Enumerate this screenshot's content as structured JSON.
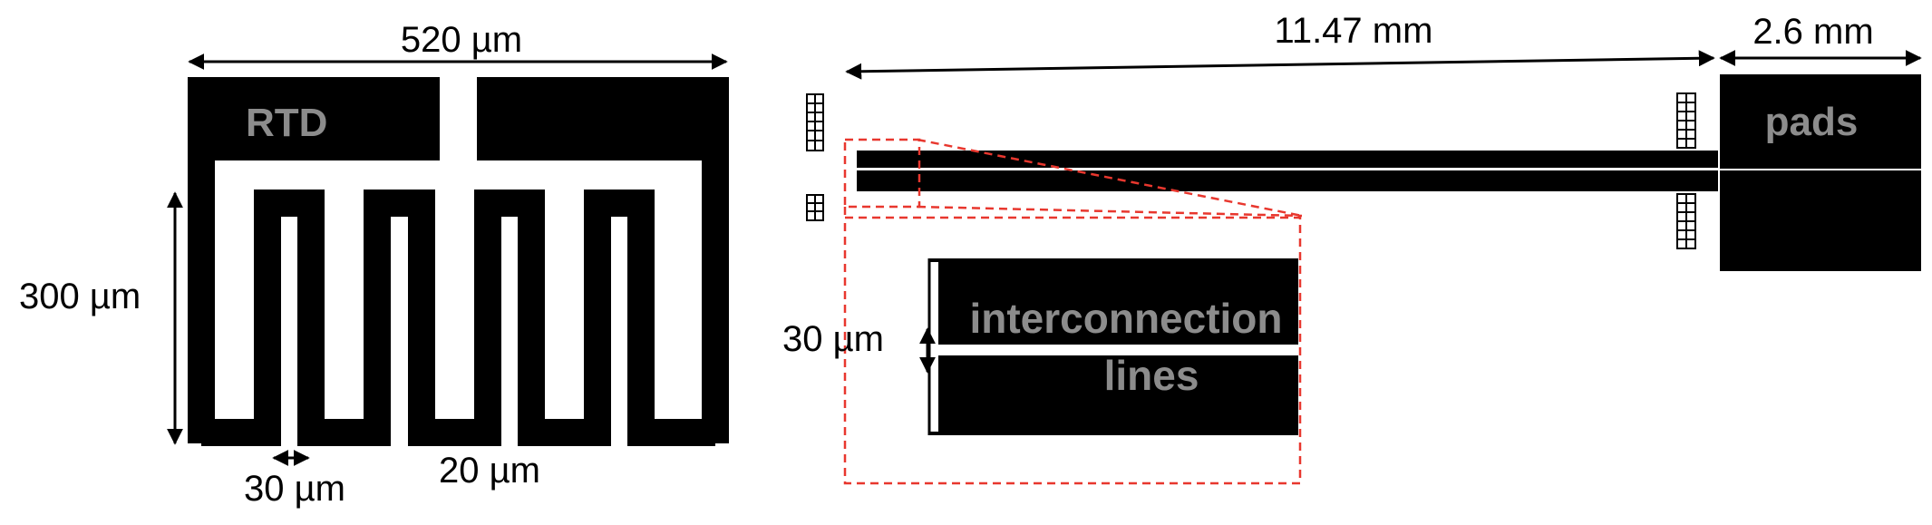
{
  "labels": {
    "rtd": "RTD",
    "pads": "pads",
    "interconnection_line1": "interconnection",
    "interconnection_line2": "lines"
  },
  "dimensions": {
    "rtd_width": "520 µm",
    "rtd_height": "300 µm",
    "trace_width": "30 µm",
    "trace_gap": "20 µm",
    "line_length": "11.47 mm",
    "pad_width": "2.6 mm",
    "interconnect_gap": "30 µm"
  },
  "colors": {
    "pattern": "#000000",
    "background": "#ffffff",
    "label": "#8c8c8c",
    "zoom_outline": "#e8372e"
  }
}
